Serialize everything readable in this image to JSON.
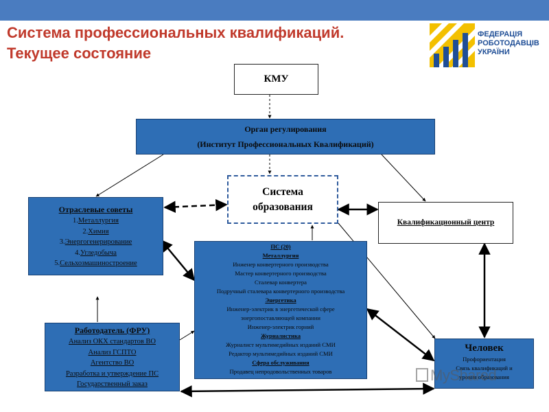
{
  "header": {
    "title_line1": "Система професcиональных квалификаций.",
    "title_line2": "Текущее состояние",
    "logo_line1": "ФЕДЕРАЦІЯ",
    "logo_line2": "РОБОТОДАВЦІВ",
    "logo_line3": "УКРАЇНИ"
  },
  "kmu": {
    "label": "КМУ"
  },
  "regulator": {
    "line1": "Орган регулирования",
    "line2": "(Институт Профессиональных Квалификаций)"
  },
  "education": {
    "line1": "Система",
    "line2": "образования"
  },
  "councils": {
    "title": "Отраслевые советы",
    "items": [
      {
        "num": "1.",
        "label": "Металлургия"
      },
      {
        "num": "2.",
        "label": "Химия"
      },
      {
        "num": "3.",
        "label": "Энергогенерирование"
      },
      {
        "num": "4.",
        "label": "Угледобыча"
      },
      {
        "num": "5.",
        "label": "Сельхозмашиностроение"
      }
    ]
  },
  "qualification_center": {
    "label": "Квалификационный центр"
  },
  "ps": {
    "title": "ПС (20)",
    "sections": [
      {
        "name": "Металлургия",
        "items": [
          "Инженер конвертерного производства",
          "Мастер конвертерного производства",
          "Сталевар конвертера",
          "Подручный сталевара конвертерного производства"
        ]
      },
      {
        "name": "Энергетика",
        "items": [
          "Инженер-электрик в энергетической сфере",
          "энергопоставляющей компании",
          "Инженер-электрик горний"
        ]
      },
      {
        "name": "Журналистика",
        "items": [
          "Журналист мультимедийных изданий СМИ",
          "Редактор мультимедийных изданий СМИ"
        ]
      },
      {
        "name": "Сфера обслуживания",
        "items": [
          "Продавец непродовольственных товаров"
        ]
      }
    ]
  },
  "employer": {
    "title": "Работодатель (ФРУ)",
    "items": [
      "Анализ ОКХ стандартов ВО",
      "Анализ ГСПТО",
      "Агентство ВО",
      "Разработка и утверждение ПС",
      "Государственный заказ"
    ]
  },
  "person": {
    "title": "Человек",
    "line1": "Профориентация",
    "line2": "Связь квалификаций и",
    "line3": "уровня образования"
  },
  "watermark": {
    "text": "MyShared"
  },
  "colors": {
    "accent_title": "#c0392b",
    "box_blue": "#2e6eb5",
    "topbar": "#4a7cc0",
    "dashed_border": "#2e5a9c"
  }
}
